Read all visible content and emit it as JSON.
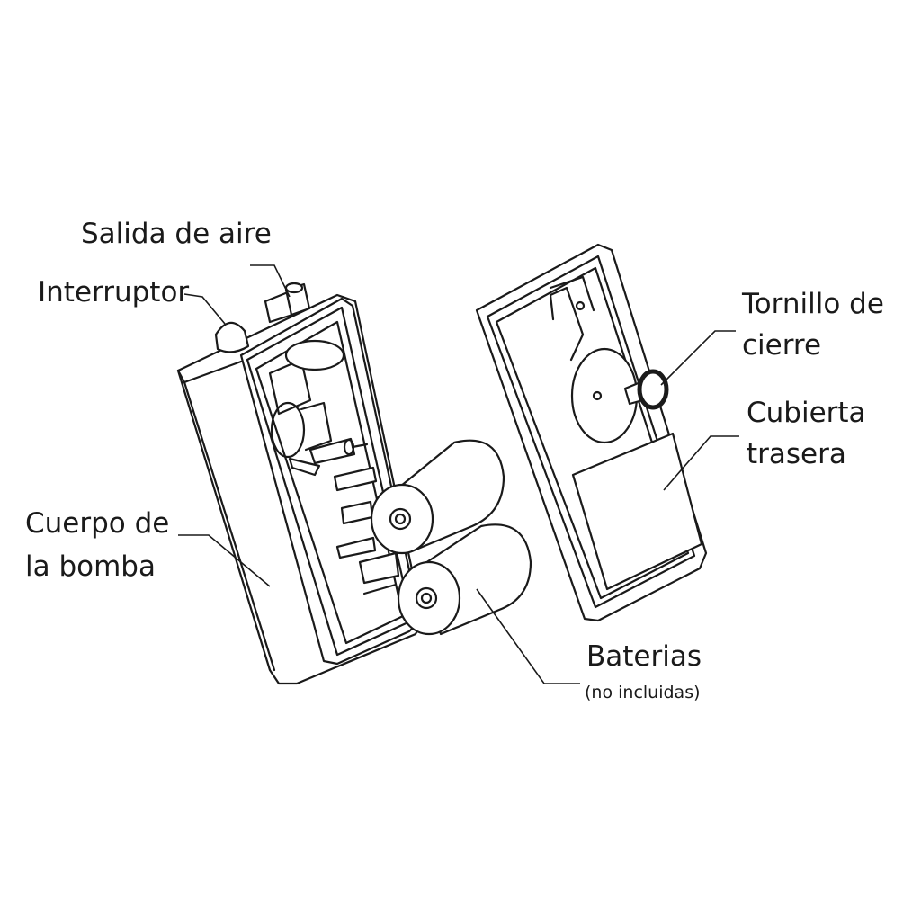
{
  "labels": {
    "air_outlet": "Salida de aire",
    "switch": "Interruptor",
    "screw_line1": "Tornillo de",
    "screw_line2": "cierre",
    "cover_line1": "Cubierta",
    "cover_line2": "trasera",
    "body_line1": "Cuerpo de",
    "body_line2": "la bomba",
    "batteries": "Baterias",
    "batteries_note": "(no incluidas)"
  }
}
